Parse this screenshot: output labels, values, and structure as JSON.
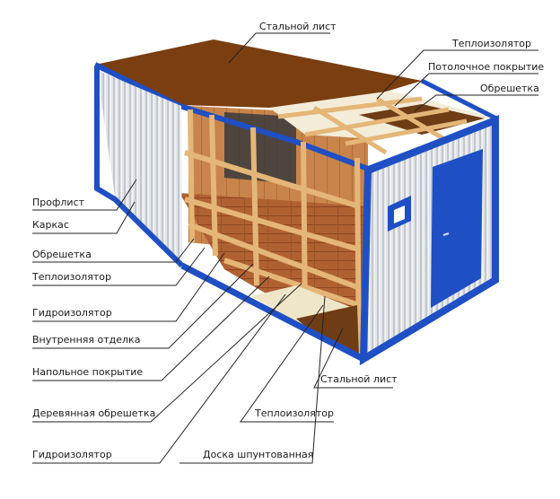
{
  "labels": {
    "steel_sheet_top": "Стальной лист",
    "thermal_insulator_top": "Теплоизолятор",
    "ceiling_covering": "Потолочное покрытие",
    "lathing_top": "Обрешетка",
    "profiled_sheet": "Профлист",
    "frame": "Каркас",
    "lathing_left": "Обрешетка",
    "thermal_insulator_left": "Теплоизолятор",
    "waterproofing_left": "Гидроизолятор",
    "interior_finish": "Внутренняя отделка",
    "floor_covering": "Напольное покрытие",
    "wooden_lathing": "Деревянная обрешетка",
    "waterproofing_bottom": "Гидроизолятор",
    "tongue_groove_board": "Доска шпунтованная",
    "thermal_insulator_bottom": "Теплоизолятор",
    "steel_sheet_bottom": "Стальной лист"
  },
  "colors": {
    "frame_blue": "#1f4fc4",
    "roof_brown": "#7a3e10",
    "wall_grey": "#dfe2e6",
    "wood": "#e7bd83",
    "floor": "#b4642f",
    "insulation": "#f3ecd8",
    "leader_line": "#222222"
  },
  "icons": {
    "logo": "company-logo-icon",
    "door": "door-icon"
  }
}
